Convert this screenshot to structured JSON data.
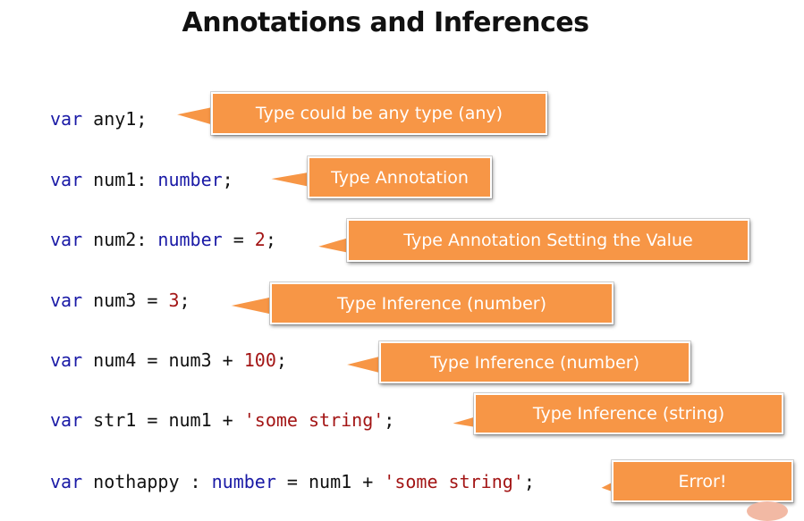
{
  "title": "Annotations and Inferences",
  "lines": [
    {
      "code": {
        "t1": "var",
        "t2": " any1;"
      },
      "callout": "Type could be any type (any)"
    },
    {
      "code": {
        "t1": "var",
        "t2": " num1: ",
        "t3": "number",
        "t4": ";"
      },
      "callout": "Type Annotation"
    },
    {
      "code": {
        "t1": "var",
        "t2": " num2: ",
        "t3": "number",
        "t4": " = ",
        "t5": "2",
        "t6": ";"
      },
      "callout": "Type Annotation Setting the Value"
    },
    {
      "code": {
        "t1": "var",
        "t2": " num3 = ",
        "t3": "3",
        "t4": ";"
      },
      "callout": "Type Inference (number)"
    },
    {
      "code": {
        "t1": "var",
        "t2": " num4 = num3 + ",
        "t3": "100",
        "t4": ";"
      },
      "callout": "Type Inference (number)"
    },
    {
      "code": {
        "t1": "var",
        "t2": " str1 = num1 + ",
        "t3": "'some string'",
        "t4": ";"
      },
      "callout": "Type Inference (string)"
    },
    {
      "code": {
        "t1": "var",
        "t2": " nothappy : ",
        "t3": "number",
        "t4": " = num1 + ",
        "t5": "'some string'",
        "t6": ";"
      },
      "callout": "Error!"
    }
  ],
  "colors": {
    "keyword": "#1a1aa6",
    "literal": "#a31515",
    "callout_fill": "#f79646",
    "callout_text": "#ffffff"
  }
}
